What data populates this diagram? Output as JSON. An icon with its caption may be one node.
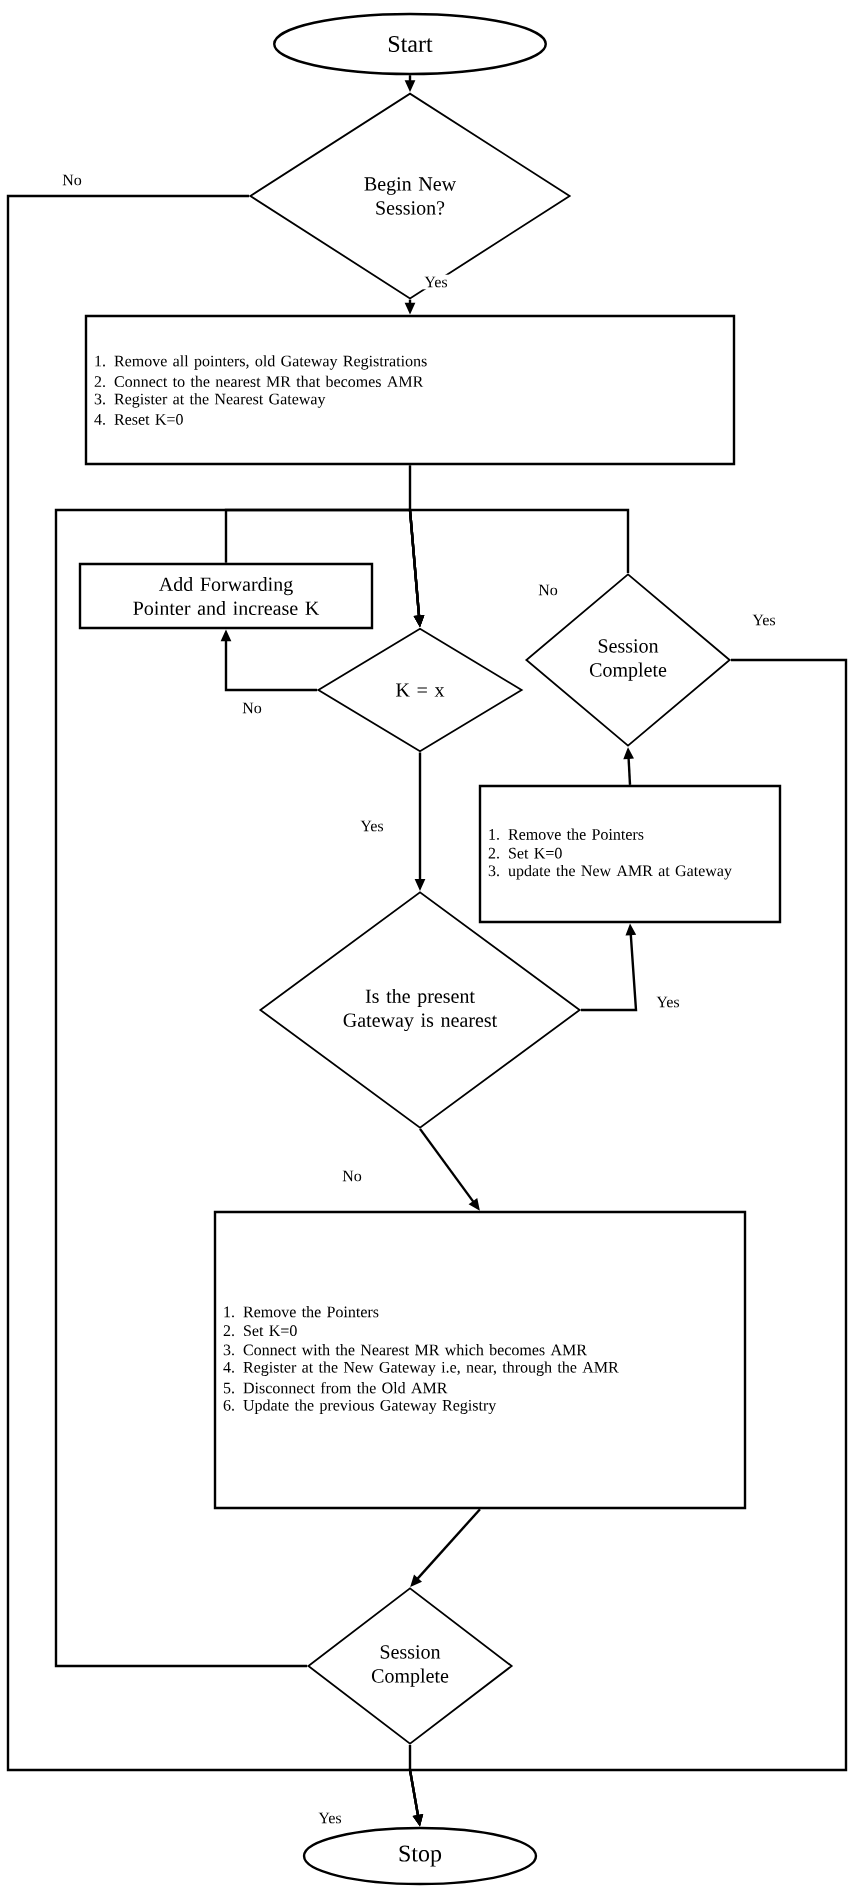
{
  "diagram": {
    "nodes": [
      {
        "text": [
          "Start"
        ]
      },
      {
        "text": [
          "Begin New Session?"
        ]
      },
      {
        "text": [
          "1. Remove all pointers, old Gateway Registrations",
          "2. Connect to the nearest MR that becomes AMR",
          "3. Register at the Nearest Gateway",
          "4. Reset K=0"
        ]
      },
      {
        "text": [
          "Add Forwarding Pointer and increase K"
        ]
      },
      {
        "text": [
          "K = x"
        ]
      },
      {
        "text": [
          "Session Complete"
        ]
      },
      {
        "text": [
          "1. Remove the Pointers",
          "2. Set K=0",
          "3. update the New AMR at Gateway"
        ]
      },
      {
        "text": [
          "Is the present Gateway is nearest"
        ]
      },
      {
        "text": [
          "1. Remove the Pointers",
          "2. Set K=0",
          "3. Connect with the Nearest MR which becomes AMR",
          "4. Register at the New Gateway i.e, near, through the AMR",
          "5. Disconnect from the Old AMR",
          "6. Update the previous Gateway Registry"
        ]
      },
      {
        "text": [
          "Session Complete"
        ]
      },
      {
        "text": [
          "Stop"
        ]
      }
    ],
    "edges": [
      {
        "from": 0,
        "to": 1,
        "arrow": "to"
      },
      {
        "from": 1,
        "to": 2,
        "arrow": "to",
        "label": "Yes"
      },
      {
        "from": 1,
        "to": 10,
        "arrow": "to",
        "label": "No"
      },
      {
        "from": 2,
        "to": 4,
        "arrow": "to"
      },
      {
        "from": 4,
        "to": 3,
        "arrow": "to",
        "label": "No"
      },
      {
        "from": 3,
        "to": 4,
        "arrow": "to"
      },
      {
        "from": 4,
        "to": 7,
        "arrow": "to",
        "label": "Yes"
      },
      {
        "from": 7,
        "to": 6,
        "arrow": "to",
        "label": "Yes"
      },
      {
        "from": 6,
        "to": 5,
        "arrow": "to"
      },
      {
        "from": 5,
        "to": 4,
        "arrow": "to",
        "label": "No"
      },
      {
        "from": 5,
        "to": 10,
        "arrow": "to",
        "label": "Yes"
      },
      {
        "from": 7,
        "to": 8,
        "arrow": "to",
        "label": "No"
      },
      {
        "from": 8,
        "to": 9,
        "arrow": "to"
      },
      {
        "from": 9,
        "to": 4,
        "arrow": "to"
      },
      {
        "from": 9,
        "to": 10,
        "arrow": "to",
        "label": "Yes"
      }
    ]
  }
}
